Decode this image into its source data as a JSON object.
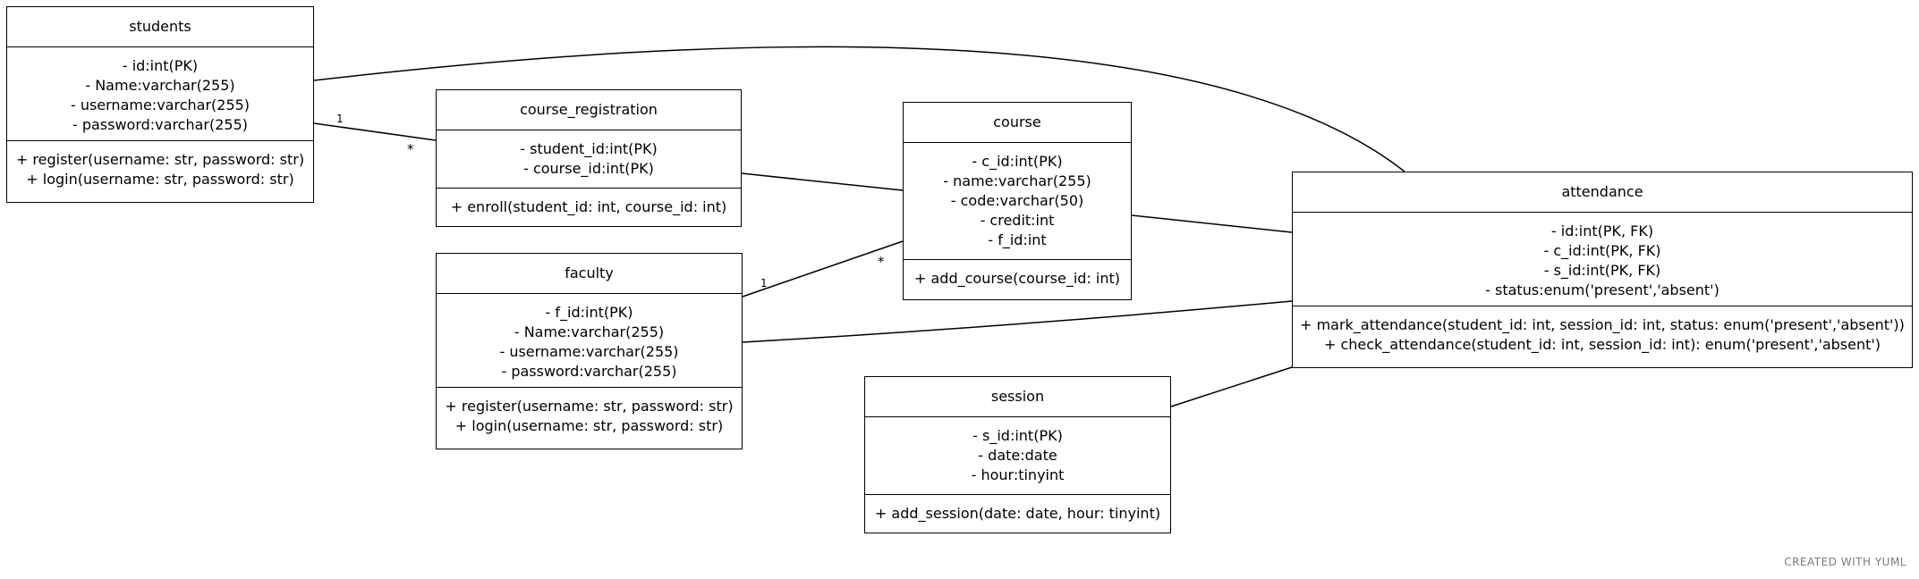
{
  "diagram": {
    "classes": {
      "students": {
        "name": "students",
        "attributes": [
          "- id:int(PK)",
          "- Name:varchar(255)",
          "- username:varchar(255)",
          "- password:varchar(255)"
        ],
        "methods": [
          "+ register(username: str, password: str)",
          "+ login(username: str, password: str)"
        ]
      },
      "course_registration": {
        "name": "course_registration",
        "attributes": [
          "- student_id:int(PK)",
          "- course_id:int(PK)"
        ],
        "methods": [
          "+ enroll(student_id: int, course_id: int)"
        ]
      },
      "course": {
        "name": "course",
        "attributes": [
          "- c_id:int(PK)",
          "- name:varchar(255)",
          "- code:varchar(50)",
          "- credit:int",
          "- f_id:int"
        ],
        "methods": [
          "+ add_course(course_id: int)"
        ]
      },
      "faculty": {
        "name": "faculty",
        "attributes": [
          "- f_id:int(PK)",
          "- Name:varchar(255)",
          "- username:varchar(255)",
          "- password:varchar(255)"
        ],
        "methods": [
          "+ register(username: str, password: str)",
          "+ login(username: str, password: str)"
        ]
      },
      "attendance": {
        "name": "attendance",
        "attributes": [
          "- id:int(PK, FK)",
          "- c_id:int(PK, FK)",
          "- s_id:int(PK, FK)",
          "- status:enum('present','absent')"
        ],
        "methods": [
          "+ mark_attendance(student_id: int, session_id: int, status: enum('present','absent'))",
          "+ check_attendance(student_id: int, session_id: int): enum('present','absent')"
        ]
      },
      "session": {
        "name": "session",
        "attributes": [
          "- s_id:int(PK)",
          "- date:date",
          "- hour:tinyint"
        ],
        "methods": [
          "+ add_session(date: date, hour: tinyint)"
        ]
      }
    },
    "multiplicities": {
      "students_registration_one": "1",
      "students_registration_many": "*",
      "faculty_course_one": "1",
      "faculty_course_many": "*"
    }
  },
  "footer": {
    "credit": "CREATED WITH YUML"
  }
}
